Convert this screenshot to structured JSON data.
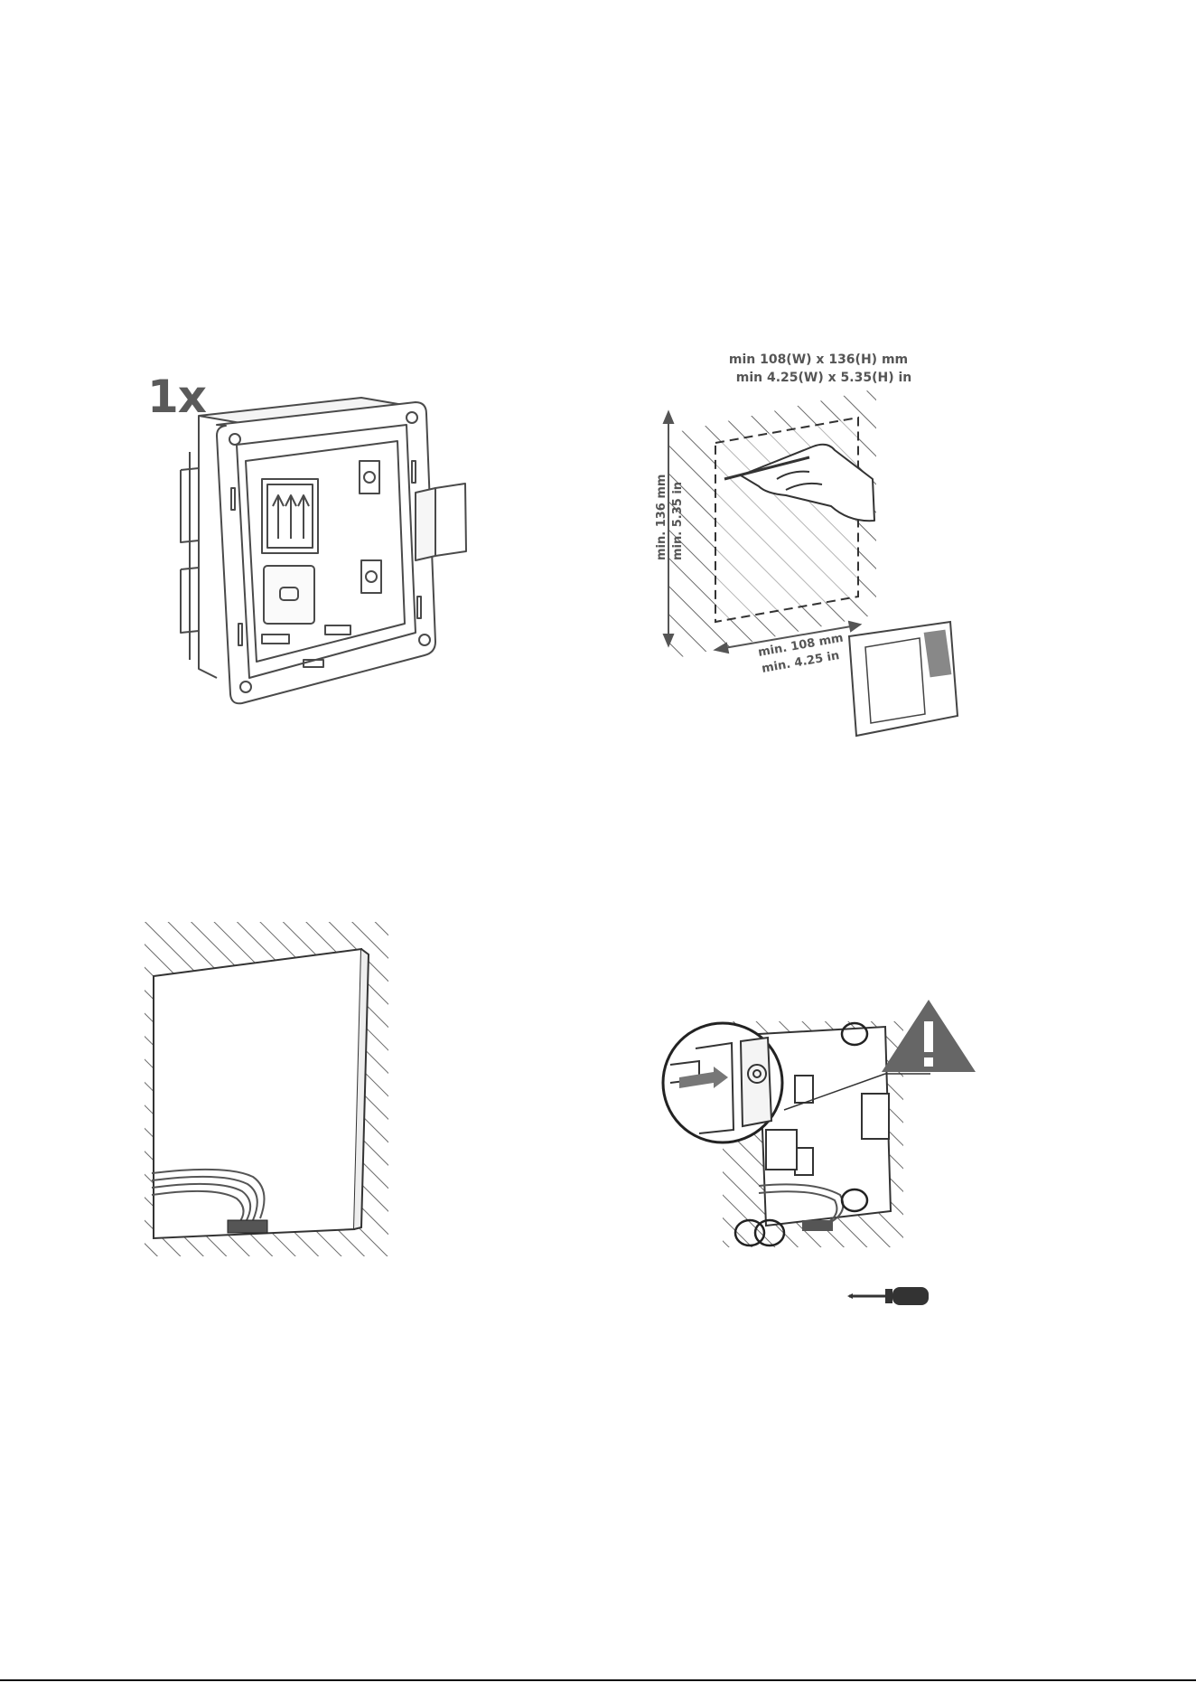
{
  "colors": {
    "line": "#4a4a4a",
    "hatch": "#6a6a6a",
    "warning_fill": "#666666",
    "text": "#555555"
  },
  "panel_box": {
    "quantity_label": "1x"
  },
  "panel_measure": {
    "size_mm": "min 108(W) x 136(H) mm",
    "size_in": "min 4.25(W) x 5.35(H) in",
    "height_mm": "min. 136 mm",
    "height_in": "min. 5.35 in",
    "width_mm": "min. 108 mm",
    "width_in": "min. 4.25 in"
  },
  "panel_mount": {
    "warning_icon": "warning-triangle-icon",
    "tool_icon": "screwdriver-icon"
  }
}
